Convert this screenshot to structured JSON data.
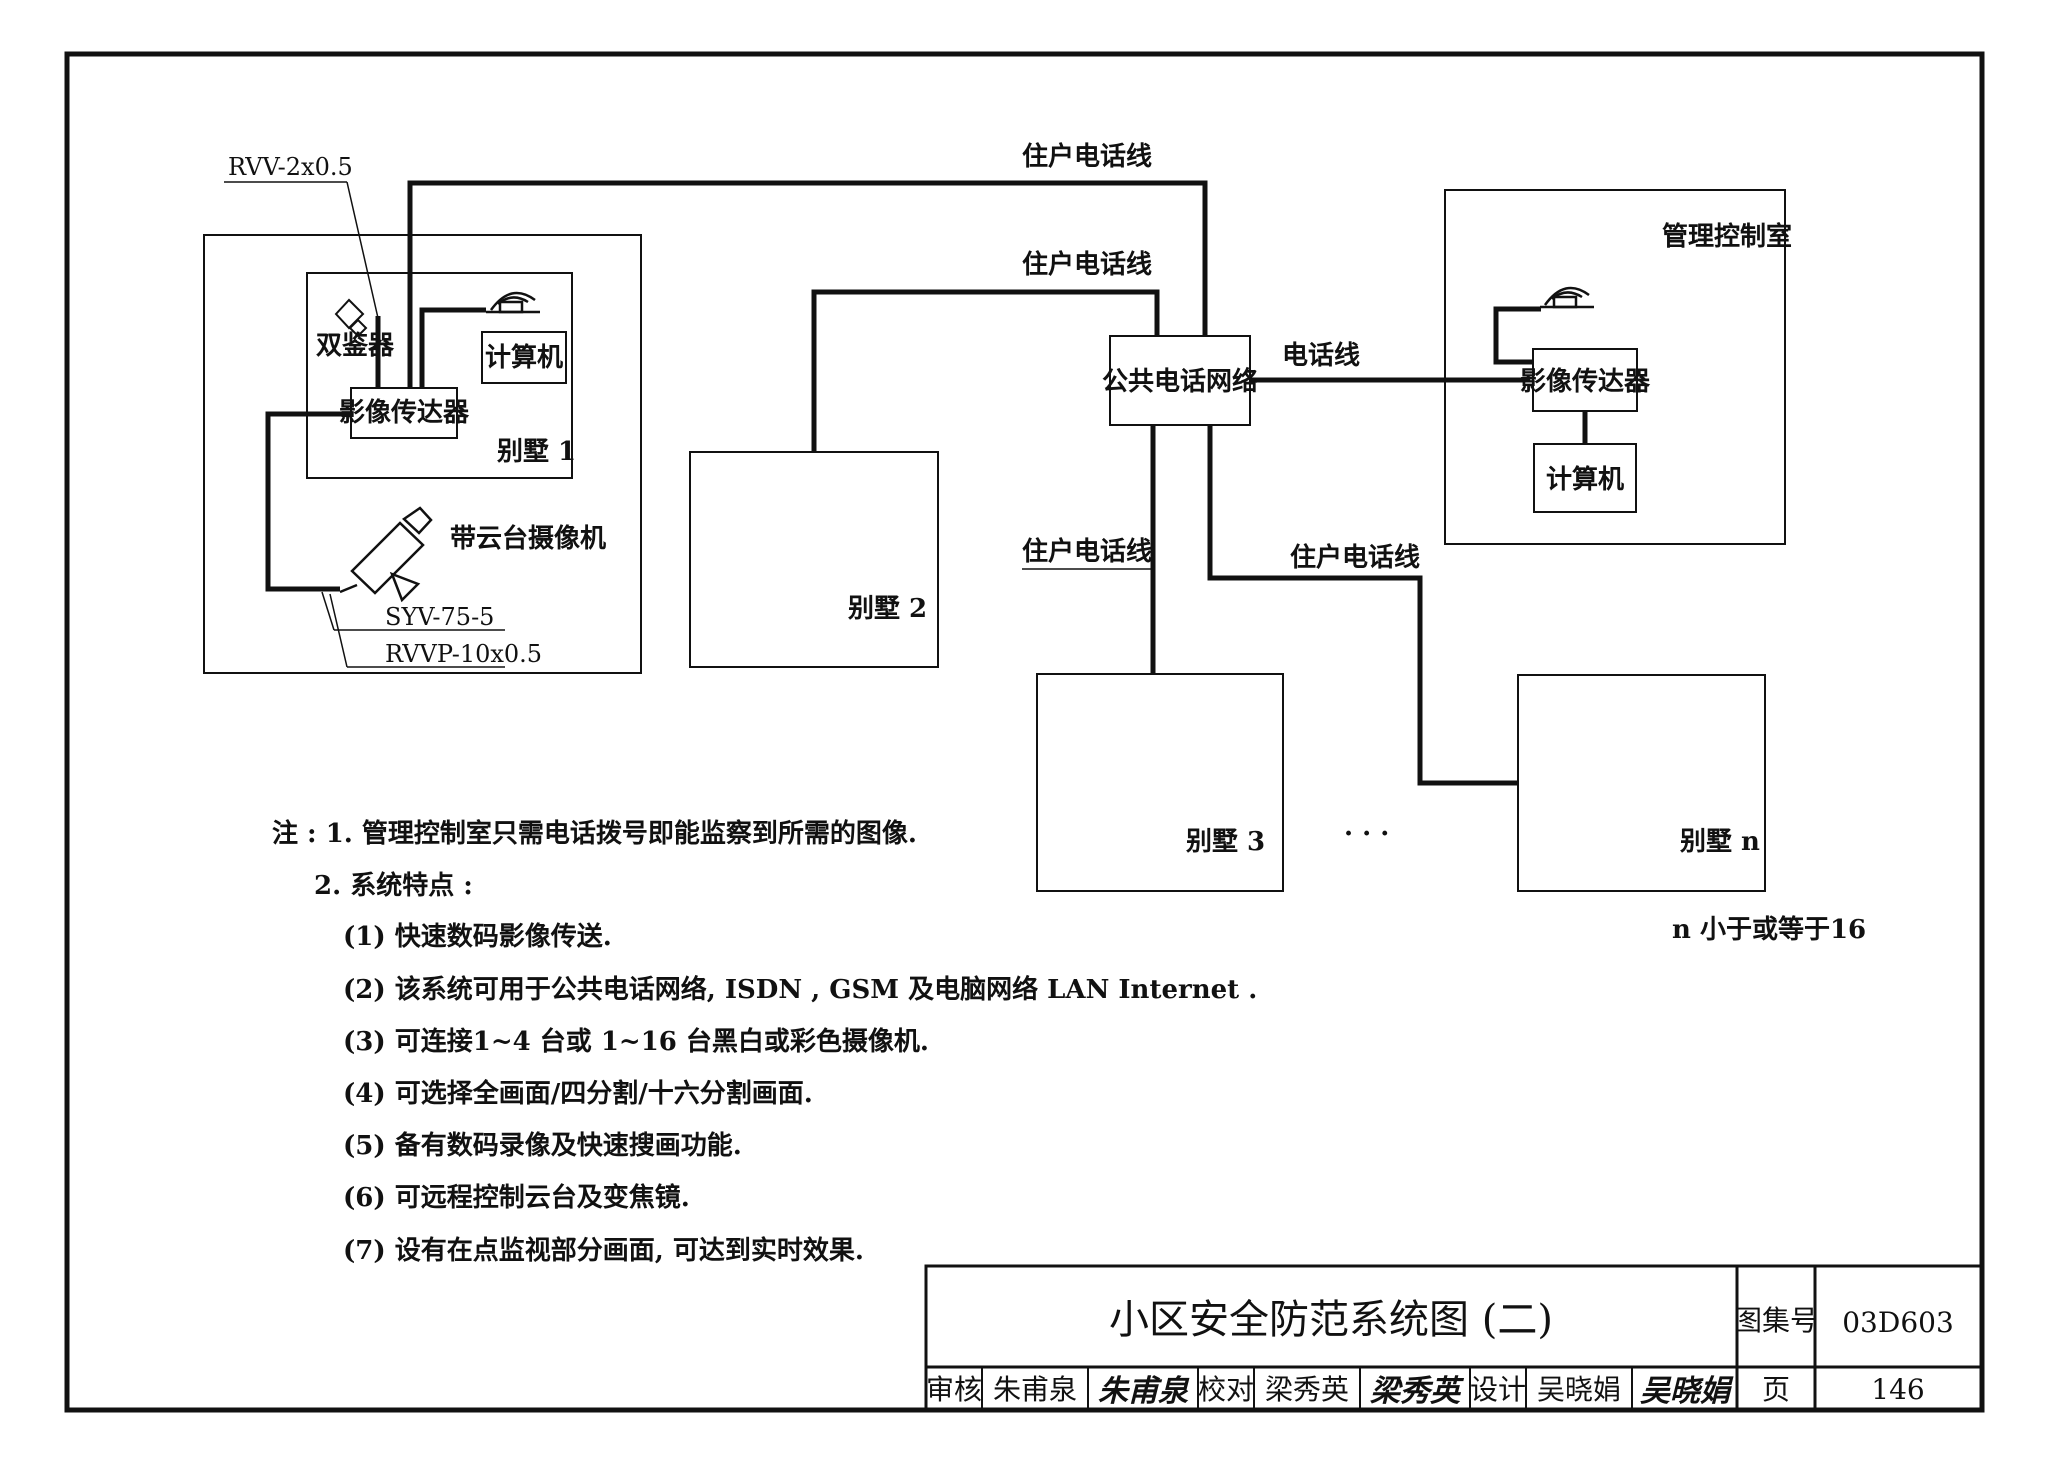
{
  "labels": {
    "cable_rvv": "RVV-2x0.5",
    "detector": "双鉴器",
    "computer_1": "计算机",
    "transmitter_1": "影像传达器",
    "villa_1": "别墅 1",
    "ptz_camera": "带云台摄像机",
    "cable_syv": "SYV-75-5",
    "cable_rvvp": "RVVP-10x0.5",
    "phone_line_top": "住户电话线",
    "phone_line_2": "住户电话线",
    "network": "公共电话网络",
    "phone_line_mgmt": "电话线",
    "control_room": "管理控制室",
    "transmitter_mgmt": "影像传达器",
    "computer_mgmt": "计算机",
    "villa_2": "别墅 2",
    "phone_line_3": "住户电话线",
    "phone_line_n": "住户电话线",
    "villa_3": "别墅 3",
    "ellipsis": "· · ·",
    "villa_n": "别墅 n",
    "n_note": "n 小于或等于16"
  },
  "notes": {
    "lines": [
      "注 : 1.  管理控制室只需电话拨号即能监察到所需的图像.",
      "2.  系统特点 :",
      "(1)  快速数码影像传送.",
      "(2)  该系统可用于公共电话网络, ISDN , GSM 及电脑网络 LAN  Internet .",
      "(3)  可连接1~4 台或 1~16 台黑白或彩色摄像机.",
      "(4)  可选择全画面/四分割/十六分割画面.",
      "(5)  备有数码录像及快速搜画功能.",
      "(6)  可远程控制云台及变焦镜.",
      "(7)  设有在点监视部分画面, 可达到实时效果."
    ]
  },
  "title_block": {
    "title": "小区安全防范系统图 (二)",
    "atlas_label": "图集号",
    "atlas_no": "03D603",
    "review_label": "审核",
    "review_name": "朱甫泉",
    "review_sig": "朱甫泉",
    "check_label": "校对",
    "check_name": "梁秀英",
    "check_sig": "梁秀英",
    "design_label": "设计",
    "design_name": "吴晓娟",
    "design_sig": "吴晓娟",
    "page_label": "页",
    "page_no": "146"
  }
}
